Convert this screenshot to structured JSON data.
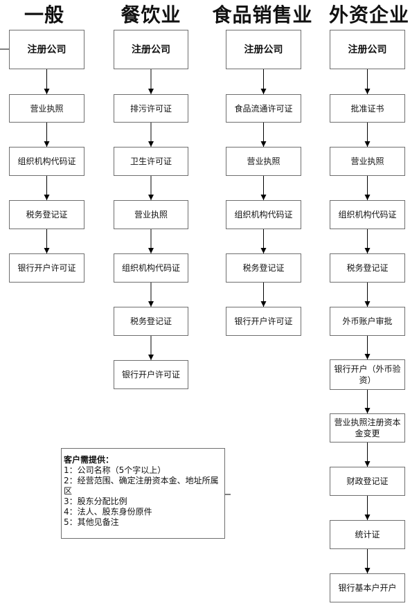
{
  "columns": [
    {
      "title": "一般",
      "steps": [
        "注册公司",
        "营业执照",
        "组织机构代码证",
        "税务登记证",
        "银行开户许可证"
      ]
    },
    {
      "title": "餐饮业",
      "steps": [
        "注册公司",
        "排污许可证",
        "卫生许可证",
        "营业执照",
        "组织机构代码证",
        "税务登记证",
        "银行开户许可证"
      ]
    },
    {
      "title": "食品销售业",
      "steps": [
        "注册公司",
        "食品流通许可证",
        "营业执照",
        "组织机构代码证",
        "税务登记证",
        "银行开户许可证"
      ]
    },
    {
      "title": "外资企业",
      "steps": [
        "注册公司",
        "批准证书",
        "营业执照",
        "组织机构代码证",
        "税务登记证",
        "外币账户审批",
        "银行开户（外币验资）",
        "营业执照注册资本金变更",
        "财政登记证",
        "统计证",
        "银行基本户开户"
      ]
    }
  ],
  "note": {
    "title": "客户需提供：",
    "items": [
      "1：公司名称（5个字以上）",
      "2：经营范围、确定注册资本金、地址所属区",
      "3：股东分配比例",
      "4：法人、股东身份原件",
      "5：其他见备注"
    ]
  }
}
